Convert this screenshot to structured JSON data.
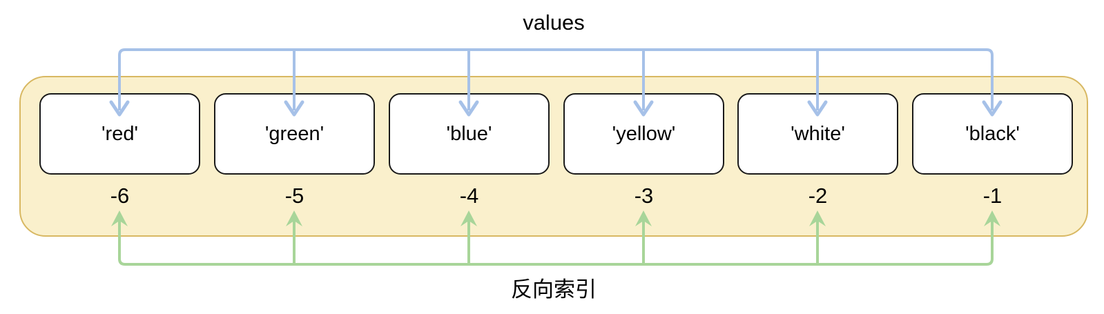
{
  "diagram": {
    "top_label": "values",
    "bottom_label": "反向索引"
  },
  "list": {
    "items": [
      {
        "value": "'red'",
        "index": "-6"
      },
      {
        "value": "'green'",
        "index": "-5"
      },
      {
        "value": "'blue'",
        "index": "-4"
      },
      {
        "value": "'yellow'",
        "index": "-3"
      },
      {
        "value": "'white'",
        "index": "-2"
      },
      {
        "value": "'black'",
        "index": "-1"
      }
    ]
  },
  "colors": {
    "container_fill": "#FAF0CC",
    "container_border": "#D8B862",
    "box_fill": "#FFFFFF",
    "box_border": "#1A1A1A",
    "values_arrow": "#A6C1E8",
    "index_arrow": "#A8D599",
    "text": "#000000"
  }
}
